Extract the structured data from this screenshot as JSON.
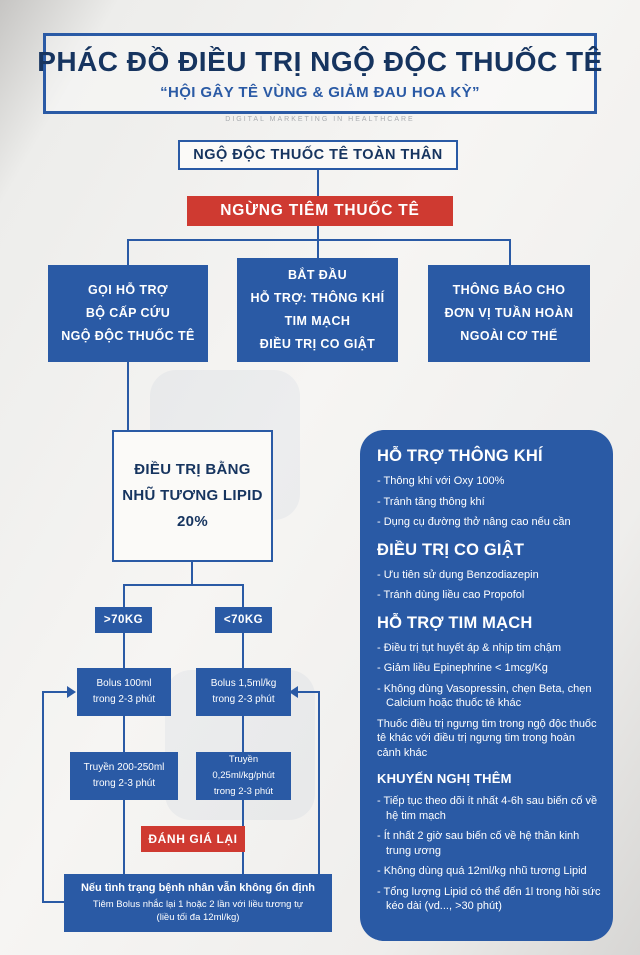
{
  "page": {
    "title": "PHÁC ĐỒ ĐIỀU TRỊ NGỘ ĐỘC THUỐC TÊ",
    "subtitle": "“HỘI GÂY TÊ VÙNG & GIẢM ĐAU HOA KỲ”",
    "watermark": "DIGITAL MARKETING IN HEALTHCARE"
  },
  "colors": {
    "blue": "#2a5aa5",
    "navy": "#16345f",
    "red": "#cf3a31"
  },
  "flow": {
    "systemic_toxicity": "NGỘ ĐỘC THUỐC TÊ TOÀN THÂN",
    "stop_injection": "NGỪNG TIÊM THUỐC TÊ",
    "call_help": {
      "lines": [
        "GỌI HỖ TRỢ",
        "BỘ CẤP CỨU",
        "NGỘ ĐỘC THUỐC TÊ"
      ]
    },
    "start_support": {
      "lines": [
        "BẮT ĐẦU",
        "HỖ TRỢ: THÔNG KHÍ",
        "TIM MẠCH",
        "ĐIỀU TRỊ CO GIẬT"
      ]
    },
    "notify_ecmo": {
      "lines": [
        "THÔNG BÁO CHO",
        "ĐƠN VỊ TUẦN HOÀN",
        "NGOÀI CƠ THỂ"
      ]
    },
    "lipid_treatment": {
      "lines": [
        "ĐIỀU TRỊ BẰNG",
        "NHŨ TƯƠNG LIPID",
        "20%"
      ]
    },
    "over_70kg": ">70KG",
    "under_70kg": "<70KG",
    "bolus_left": {
      "lines": [
        "Bolus 100ml",
        "trong 2-3 phút"
      ]
    },
    "bolus_right": {
      "lines": [
        "Bolus 1,5ml/kg",
        "trong 2-3 phút"
      ]
    },
    "infusion_left": {
      "lines": [
        "Truyền 200-250ml",
        "trong 2-3 phút"
      ]
    },
    "infusion_right": {
      "lines": [
        "Truyền 0,25ml/kg/phút",
        "trong 2-3 phút"
      ]
    },
    "reassess": "ĐÁNH GIÁ LẠI",
    "unstable": {
      "lines": [
        "Nếu tình trạng bệnh nhân vẫn không ổn định",
        "Tiêm Bolus nhắc lại 1 hoặc 2 lần với liều tương tự",
        "(liều tối đa 12ml/kg)"
      ]
    }
  },
  "panel": {
    "sections": [
      {
        "heading": "HỖ TRỢ THÔNG KHÍ",
        "items": [
          "- Thông khí với Oxy 100%",
          "- Tránh tăng thông khí",
          "- Dụng cụ đường thở nâng cao nếu cần"
        ]
      },
      {
        "heading": "ĐIỀU TRỊ CO GIẬT",
        "items": [
          "- Ưu tiên sử dụng Benzodiazepin",
          "- Tránh dùng liều cao Propofol"
        ]
      },
      {
        "heading": "HỖ TRỢ TIM MẠCH",
        "items": [
          "- Điều trị tụt huyết áp & nhịp tim chậm",
          "- Giảm liều Epinephrine < 1mcg/Kg",
          "- Không dùng Vasopressin, chẹn Beta, chẹn Calcium hoặc thuốc tê khác",
          "Thuốc điều trị ngưng tim trong ngộ độc thuốc tê khác với điều trị ngưng tim trong hoàn cảnh khác"
        ]
      },
      {
        "heading": "KHUYẾN NGHỊ THÊM",
        "items": [
          "- Tiếp tục theo dõi ít nhất 4-6h sau biến cố về hệ tim mạch",
          "- Ít nhất 2 giờ sau biến cố về hệ thần kinh trung ương",
          "- Không dùng quá 12ml/kg nhũ tương Lipid",
          "- Tổng lượng Lipid có thể đến 1l trong hồi sức kéo dài (vd..., >30 phút)"
        ]
      }
    ]
  }
}
